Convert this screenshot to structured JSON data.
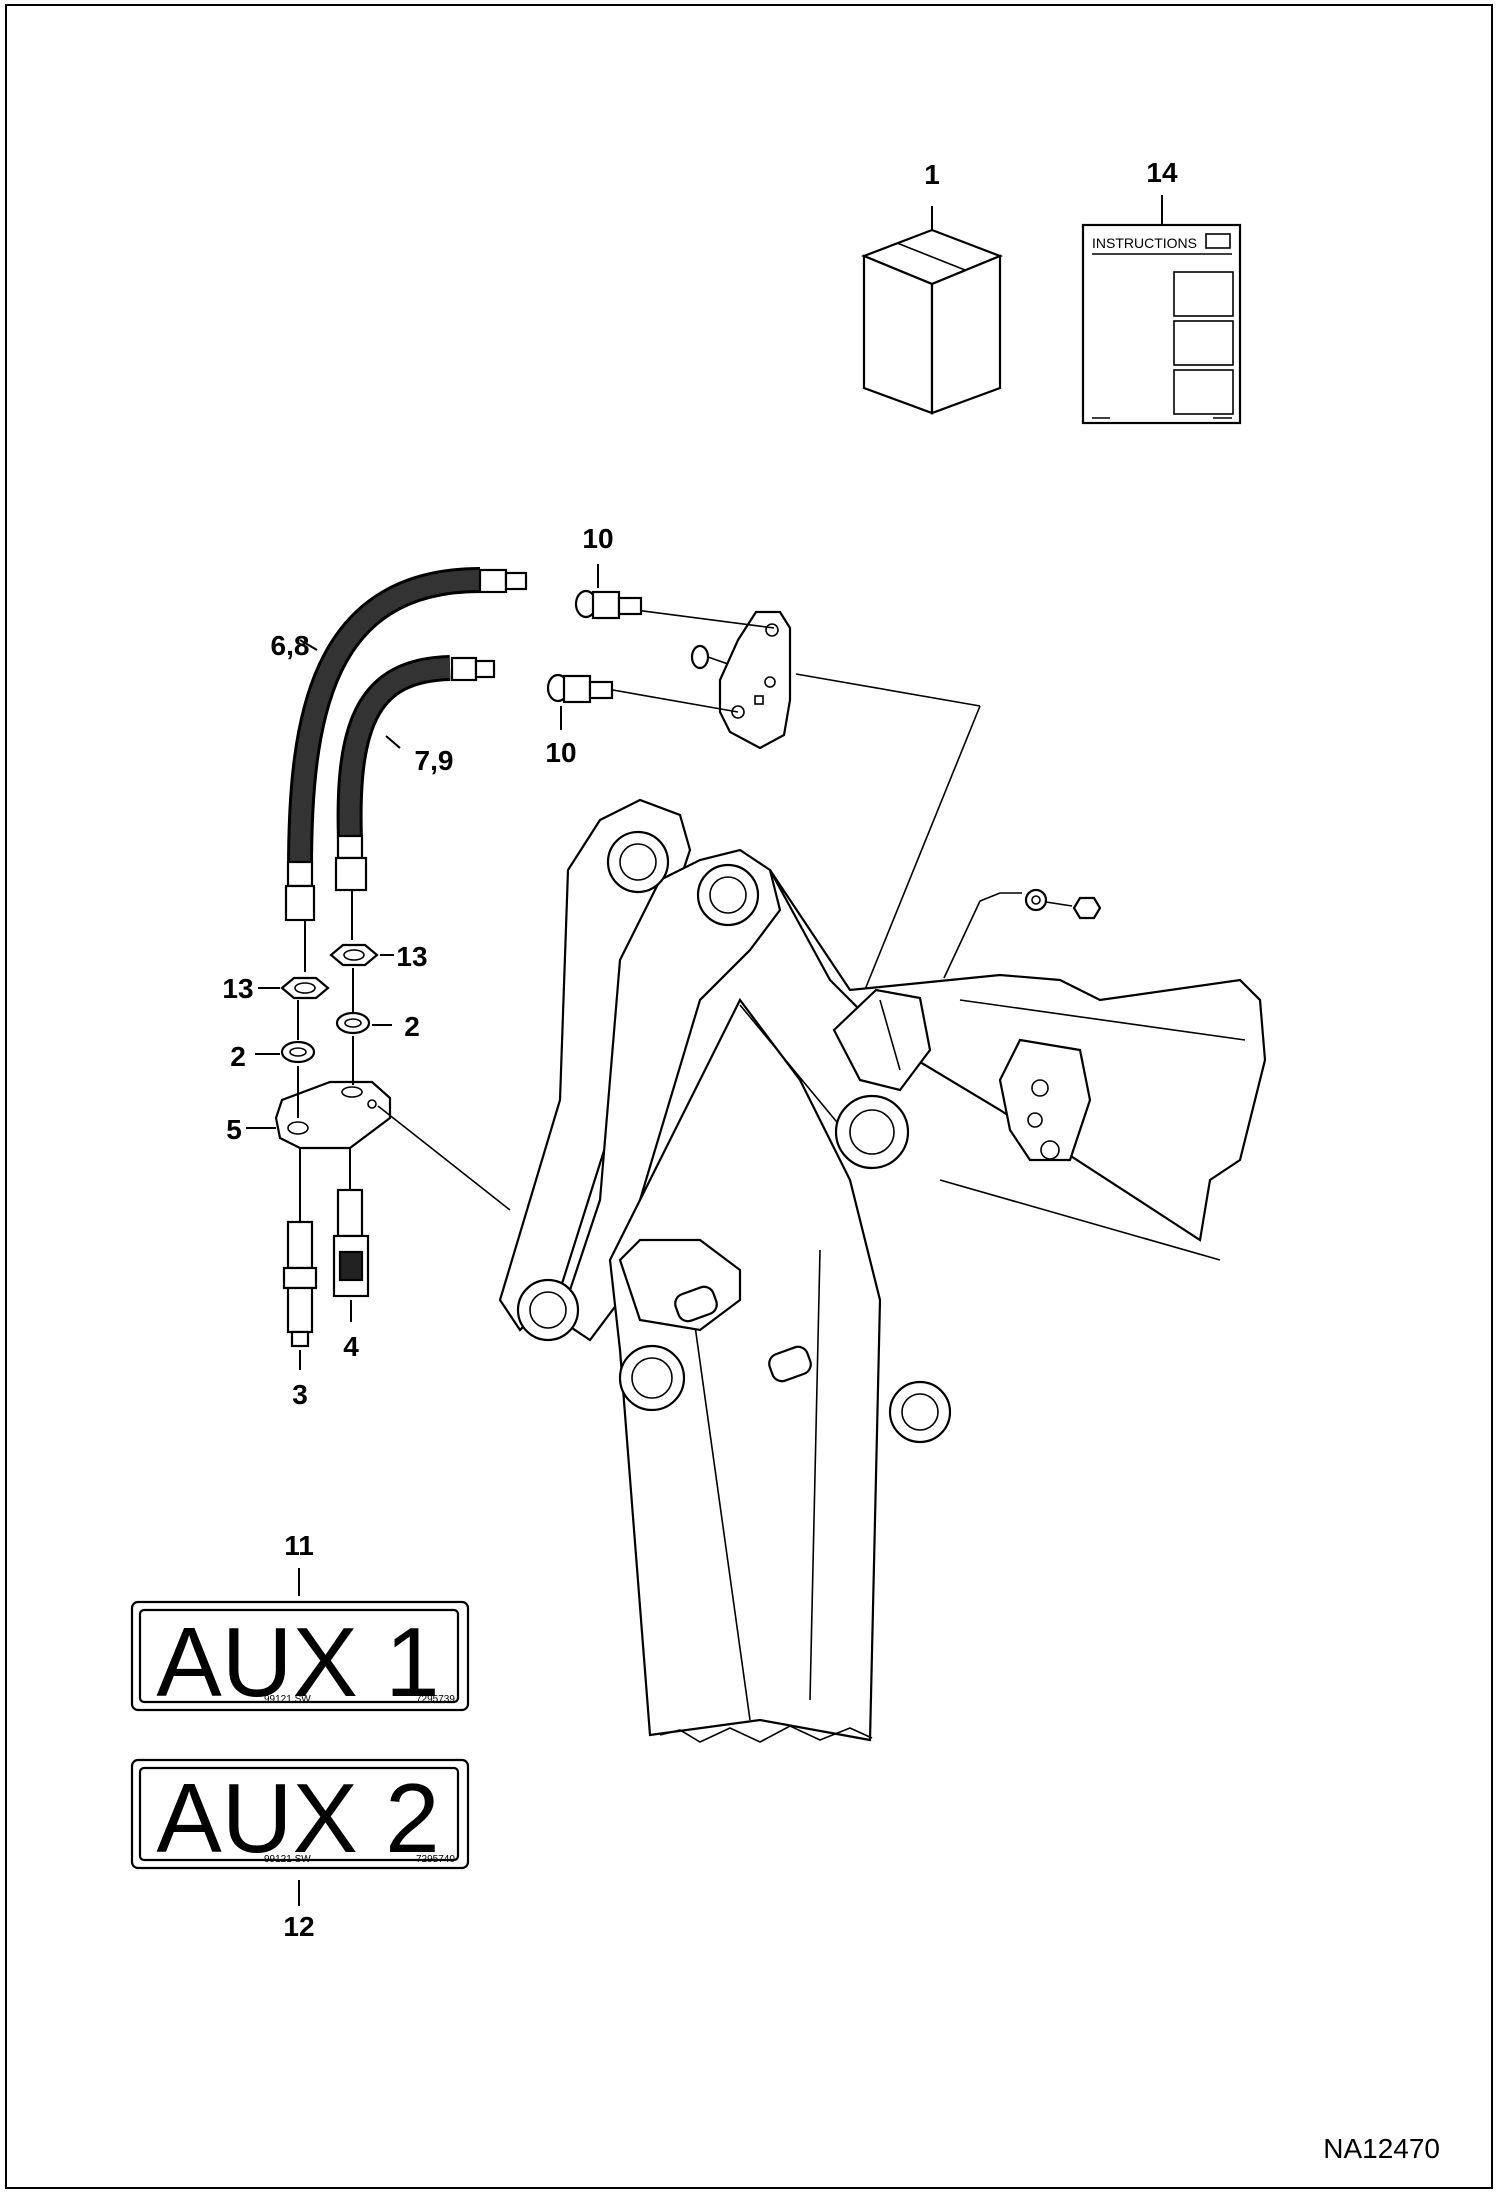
{
  "diagram": {
    "document_number": "NA12470",
    "callouts": {
      "kit_box": "1",
      "instructions_sheet": "14",
      "fitting_upper": "10",
      "fitting_lower": "10",
      "hose_upper": "6,8",
      "hose_lower": "7,9",
      "nut_left": "13",
      "nut_right": "13",
      "washer_left": "2",
      "washer_right": "2",
      "bracket": "5",
      "coupler_left": "3",
      "coupler_right": "4",
      "decal_aux1": "11",
      "decal_aux2": "12"
    },
    "instructions_sheet_title": "INSTRUCTIONS",
    "decals": [
      {
        "text": "AUX 1",
        "code_left": "99121 SW",
        "code_right": "7295739"
      },
      {
        "text": "AUX 2",
        "code_left": "99121 SW",
        "code_right": "7295740"
      }
    ]
  }
}
